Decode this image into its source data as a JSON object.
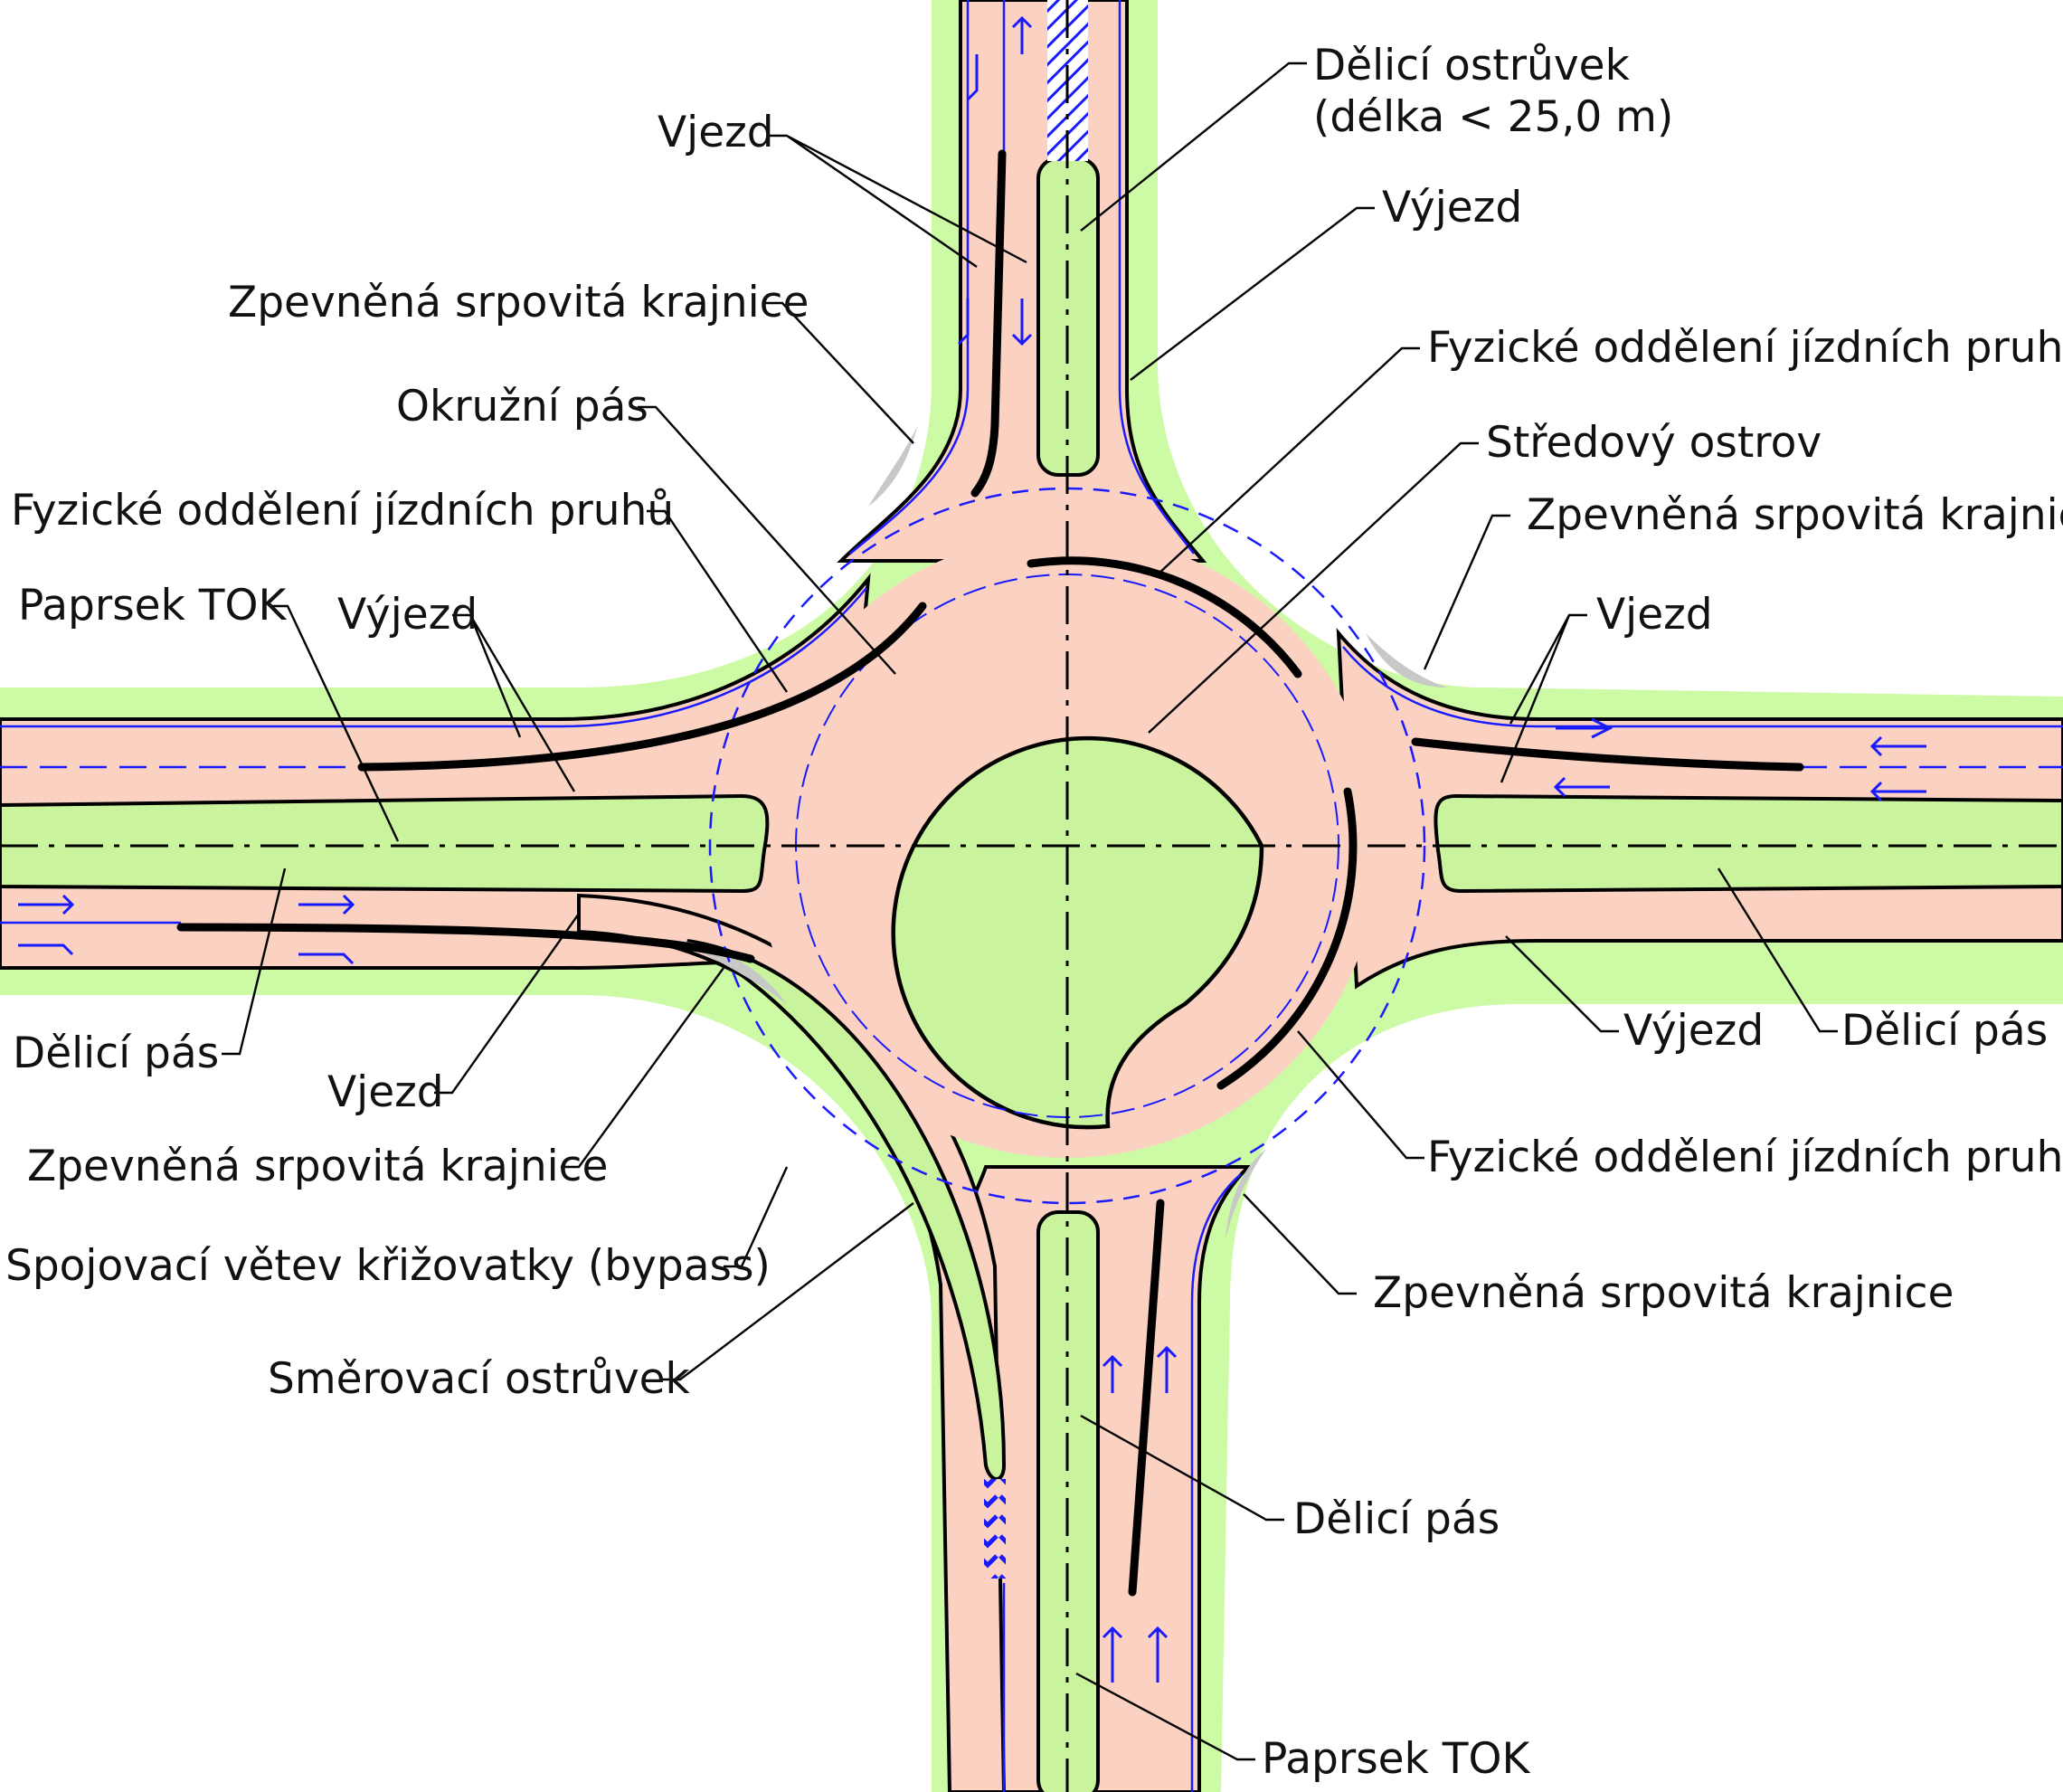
{
  "colors": {
    "verge": "#cdfaa5",
    "verge_mid": "#bfee95",
    "road": "#fbd2c2",
    "island": "#c9f39c",
    "edge_black": "#000000",
    "edge_blue": "#1a1aff",
    "paved_shoulder": "#c8c8c8"
  },
  "labels": {
    "deliciOstruvek1": "Dělicí ostrůvek",
    "deliciOstruvek2": "(délka < 25,0 m)",
    "vjezdN": "Vjezd",
    "vyjezdN": "Výjezd",
    "zpevnenaNW": "Zpevněná srpovitá krajnice",
    "fyzickeNE": "Fyzické oddělení jízdních pruhů",
    "okruzniPas": "Okružní pás",
    "stredovyOstrov": "Středový ostrov",
    "fyzickeW": "Fyzické oddělení jízdních pruhů",
    "zpevnenaE": "Zpevněná srpovitá krajnice",
    "paprsekW": "Paprsek TOK",
    "vyjezdW": "Výjezd",
    "vjezdE": "Vjezd",
    "deliciPasW": "Dělicí pás",
    "vyjezdE": "Výjezd",
    "deliciPasE": "Dělicí pás",
    "vjezdW": "Vjezd",
    "fyzickeSE": "Fyzické oddělení jízdních pruhů",
    "zpevnenaSW": "Zpevněná srpovitá krajnice",
    "spojovaci": "Spojovací větev křižovatky (bypass)",
    "zpevnenaSE": "Zpevněná srpovitá krajnice",
    "smerovaci": "Směrovací ostrůvek",
    "deliciPasS": "Dělicí pás",
    "paprsekS": "Paprsek TOK"
  }
}
